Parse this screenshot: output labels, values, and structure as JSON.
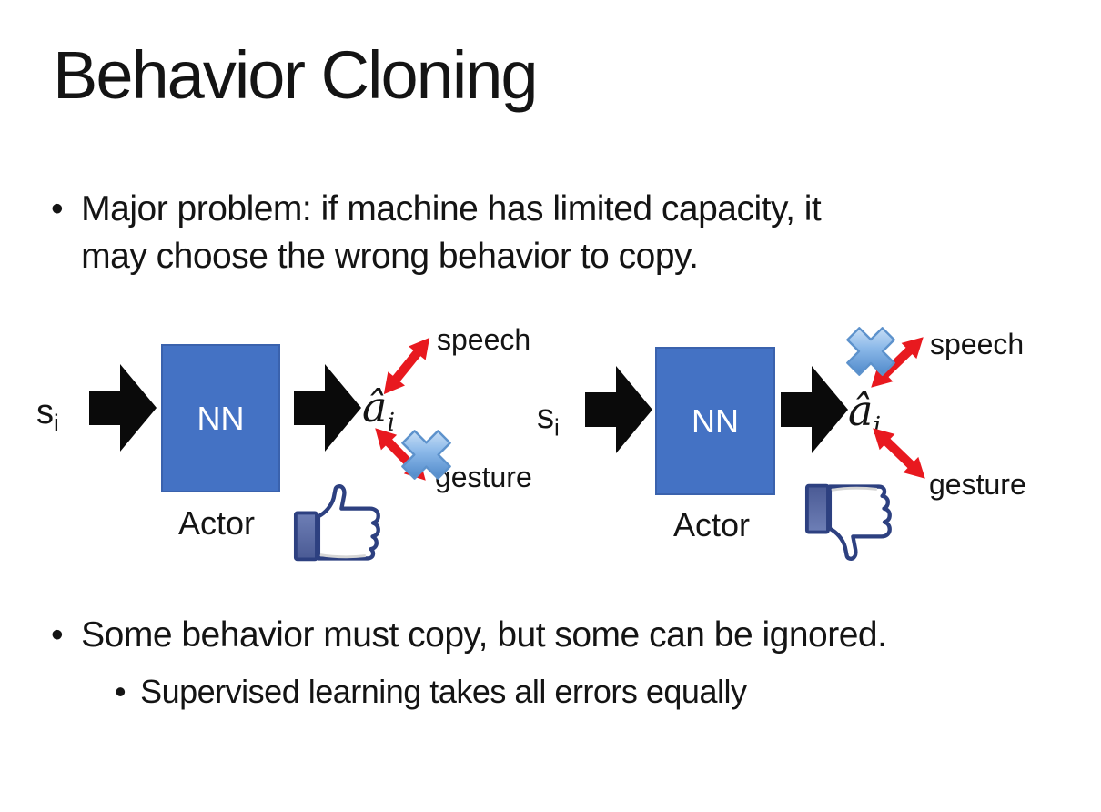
{
  "slide": {
    "title": "Behavior Cloning",
    "bullet_char": "•",
    "bullet1_line1": "Major problem: if machine has limited capacity, it",
    "bullet1_line2": "may choose the wrong behavior to copy.",
    "bullet2": "Some behavior must copy, but some can be ignored.",
    "sub_bullet": "Supervised learning takes all errors equally"
  },
  "diagram_left": {
    "input_base": "s",
    "input_sub": "i",
    "box_label": "NN",
    "output_base": "â",
    "output_sub": "i",
    "speech_label": "speech",
    "gesture_label": "gesture",
    "actor_label": "Actor",
    "crossed_out_branch": "gesture",
    "feedback_icon": "thumbs-up"
  },
  "diagram_right": {
    "input_base": "s",
    "input_sub": "i",
    "box_label": "NN",
    "output_base": "â",
    "output_sub": "i",
    "speech_label": "speech",
    "gesture_label": "gesture",
    "actor_label": "Actor",
    "crossed_out_branch": "speech",
    "feedback_icon": "thumbs-down"
  },
  "colors": {
    "nn_box_blue": "#4472c4",
    "black_arrow": "#0a0a0a",
    "red_arrow": "#e8191f",
    "cross_blue": "#4a8ed6",
    "thumb_navy": "#2d4080",
    "text": "#141414"
  }
}
